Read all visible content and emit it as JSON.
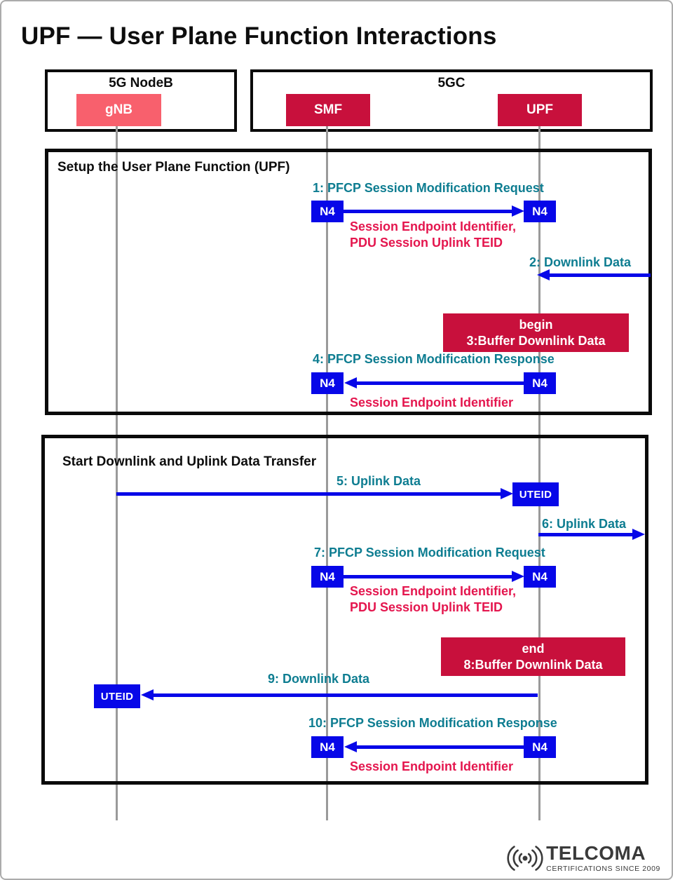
{
  "title": "UPF — User Plane Function Interactions",
  "groups": [
    {
      "label": "5G NodeB",
      "nodes": [
        {
          "label": "gNB"
        }
      ]
    },
    {
      "label": "5GC",
      "nodes": [
        {
          "label": "SMF"
        },
        {
          "label": "UPF"
        }
      ]
    }
  ],
  "sections": [
    {
      "title": "Setup the User Plane Function (UPF)"
    },
    {
      "title": "Start Downlink and Uplink Data Transfer"
    }
  ],
  "messages": {
    "m1": {
      "label": "1: PFCP Session Modification Request",
      "from_port": "N4",
      "to_port": "N4",
      "param_line1": "Session Endpoint Identifier,",
      "param_line2": "PDU Session Uplink TEID"
    },
    "m2": {
      "label": "2: Downlink Data"
    },
    "m3": {
      "line1": "begin",
      "line2": "3:Buffer Downlink Data"
    },
    "m4": {
      "label": "4: PFCP Session Modification Response",
      "from_port": "N4",
      "to_port": "N4",
      "param_line1": "Session Endpoint Identifier"
    },
    "m5": {
      "label": "5: Uplink Data",
      "endpoint": "UTEID"
    },
    "m6": {
      "label": "6: Uplink Data"
    },
    "m7": {
      "label": "7: PFCP Session Modification Request",
      "from_port": "N4",
      "to_port": "N4",
      "param_line1": "Session Endpoint Identifier,",
      "param_line2": "PDU Session Uplink TEID"
    },
    "m8": {
      "line1": "end",
      "line2": "8:Buffer Downlink Data"
    },
    "m9": {
      "label": "9: Downlink Data",
      "endpoint": "UTEID"
    },
    "m10": {
      "label": "10: PFCP Session Modification Response",
      "from_port": "N4",
      "to_port": "N4",
      "param_line1": "Session Endpoint Identifier"
    }
  },
  "logo": {
    "brand": "TELCOMA",
    "tagline": "CERTIFICATIONS SINCE 2009",
    "icon": "radio-waves-icon"
  },
  "colors": {
    "salmon_node": "#F8606D",
    "crimson_node": "#C8103C",
    "arrow_blue": "#0707E8",
    "teal_label": "#0E7D91",
    "red_param": "#E4164E"
  }
}
